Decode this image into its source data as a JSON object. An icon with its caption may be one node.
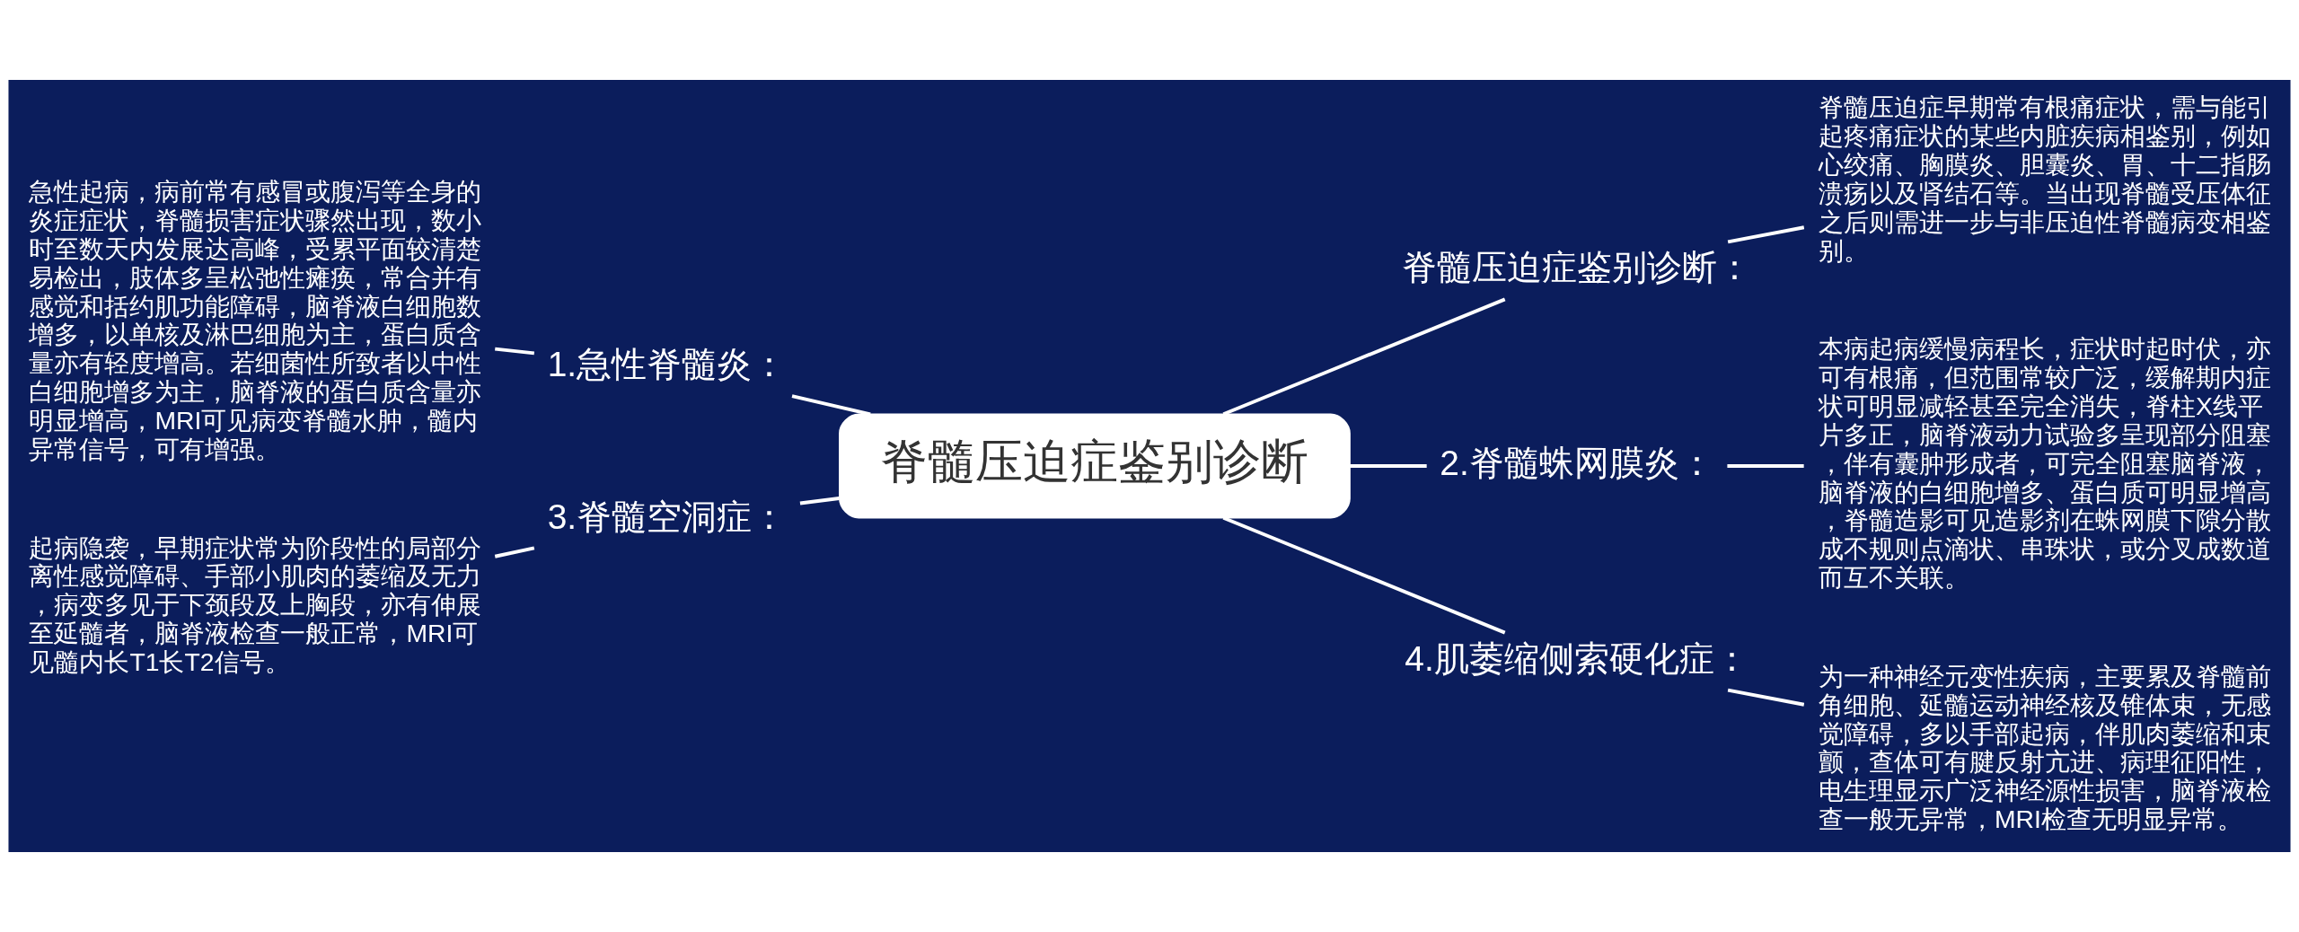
{
  "diagram": {
    "nodes": [
      {
        "text": [
          "脊髓压迫症鉴别诊断"
        ]
      },
      {
        "text": [
          "1.急性脊髓炎："
        ]
      },
      {
        "text": [
          "急性起病，病前常有感冒或腹泻等全身的炎症症状，脊髓损害症状骤然出现，数小时至数天内发展达高峰，受累平面较清楚易检出，肢体多呈松弛性瘫痪，常合并有感觉和括约肌功能障碍，脑脊液白细胞数增多，以单核及淋巴细胞为主，蛋白质含量亦有轻度增高。若细菌性所致者以中性白细胞增多为主，脑脊液的蛋白质含量亦明显增高，MRI可见病变脊髓水肿，髓内异常信号，可有增强。"
        ]
      },
      {
        "text": [
          "3.脊髓空洞症："
        ]
      },
      {
        "text": [
          "起病隐袭，早期症状常为阶段性的局部分离性感觉障碍、手部小肌肉的萎缩及无力，病变多见于下颈段及上胸段，亦有伸展至延髓者，脑脊液检查一般正常，MRI可见髓内长T1长T2信号。"
        ]
      },
      {
        "text": [
          "脊髓压迫症鉴别诊断："
        ]
      },
      {
        "text": [
          "脊髓压迫症早期常有根痛症状，需与能引起疼痛症状的某些内脏疾病相鉴别，例如心绞痛、胸膜炎、胆囊炎、胃、十二指肠溃疡以及肾结石等。当出现脊髓受压体征之后则需进一步与非压迫性脊髓病变相鉴别。"
        ]
      },
      {
        "text": [
          "2.脊髓蛛网膜炎："
        ]
      },
      {
        "text": [
          "本病起病缓慢病程长，症状时起时伏，亦可有根痛，但范围常较广泛，缓解期内症状可明显减轻甚至完全消失，脊柱X线平片多正，脑脊液动力试验多呈现部分阻塞，伴有囊肿形成者，可完全阻塞脑脊液，脑脊液的白细胞增多、蛋白质可明显增高，脊髓造影可见造影剂在蛛网膜下隙分散成不规则点滴状、串珠状，或分叉成数道而互不关联。"
        ]
      },
      {
        "text": [
          "4.肌萎缩侧索硬化症："
        ]
      },
      {
        "text": [
          "为一种神经元变性疾病，主要累及脊髓前角细胞、延髓运动神经核及锥体束，无感觉障碍，多以手部起病，伴肌肉萎缩和束颤，查体可有腱反射亢进、病理征阳性，电生理显示广泛神经源性损害，脑脊液检查一般无异常，MRI检查无明显异常。"
        ]
      }
    ],
    "edges": [
      {
        "from": 2,
        "to": 1,
        "arrow": "none"
      },
      {
        "from": 1,
        "to": 0,
        "arrow": "none"
      },
      {
        "from": 4,
        "to": 3,
        "arrow": "none"
      },
      {
        "from": 3,
        "to": 0,
        "arrow": "none"
      },
      {
        "from": 0,
        "to": 5,
        "arrow": "none"
      },
      {
        "from": 5,
        "to": 6,
        "arrow": "none"
      },
      {
        "from": 0,
        "to": 7,
        "arrow": "none"
      },
      {
        "from": 7,
        "to": 8,
        "arrow": "none"
      },
      {
        "from": 0,
        "to": 9,
        "arrow": "none"
      },
      {
        "from": 9,
        "to": 10,
        "arrow": "none"
      }
    ]
  }
}
